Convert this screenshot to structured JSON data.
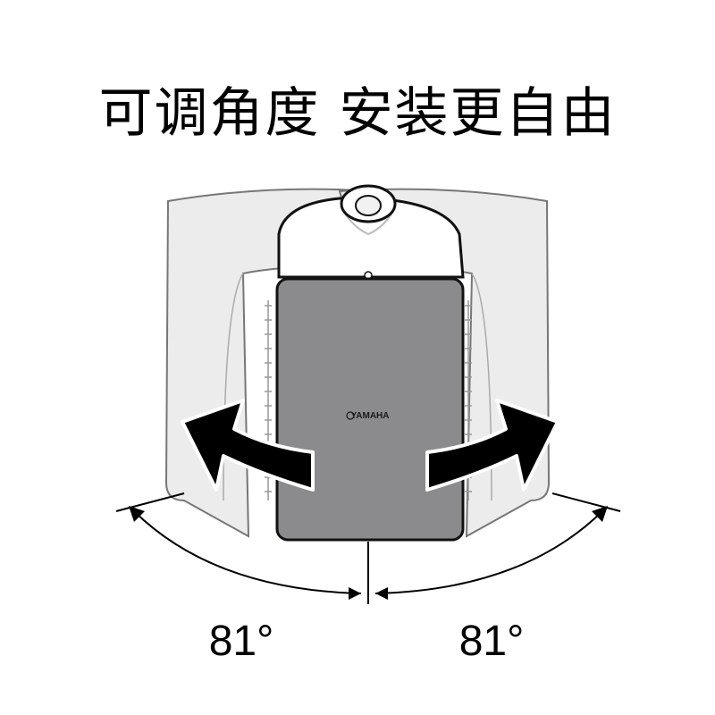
{
  "title": "可调角度 安装更自由",
  "brand": "YAMAHA",
  "angles": {
    "left": "81°",
    "right": "81°"
  },
  "colors": {
    "speaker_front": "#8b8b8d",
    "ghost_body": "#ececec",
    "outline": "#111111",
    "arrow": "#000000"
  }
}
